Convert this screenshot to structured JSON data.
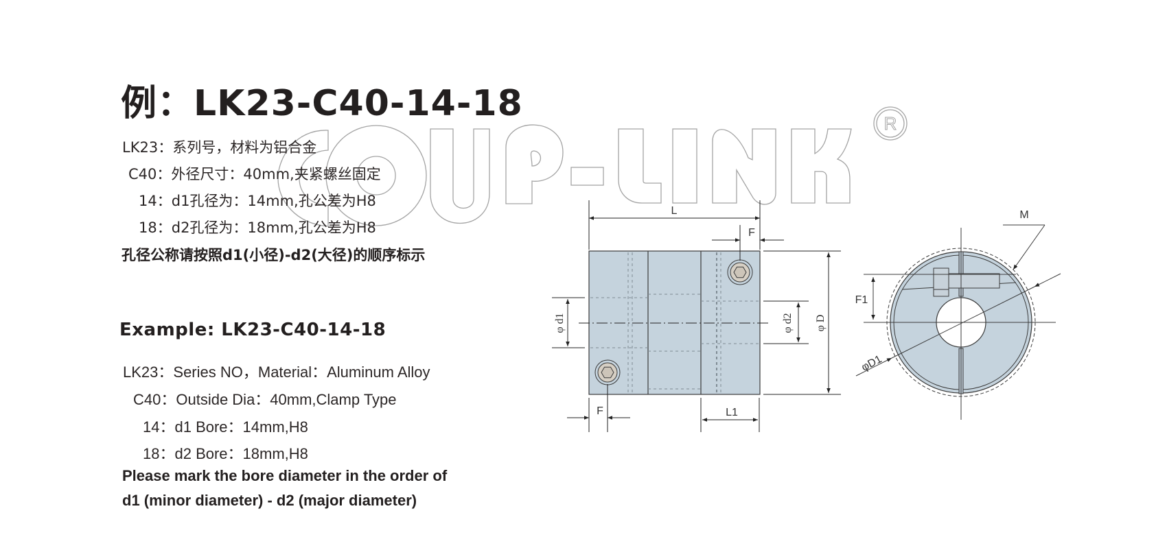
{
  "title": {
    "prefix": "例：",
    "model": "LK23-C40-14-18"
  },
  "chinese_spec": {
    "lines": [
      {
        "code": "LK23：",
        "text": "系列号，材料为铝合金"
      },
      {
        "code": "C40：",
        "text": "外径尺寸：40mm,夹紧螺丝固定"
      },
      {
        "code": "14：",
        "text": "d1孔径为：14mm,孔公差为H8"
      },
      {
        "code": "18：",
        "text": "d2孔径为：18mm,孔公差为H8"
      }
    ],
    "note": "孔径公称请按照d1(小径)-d2(大径)的顺序标示"
  },
  "english_spec": {
    "heading": "Example: LK23-C40-14-18",
    "lines": [
      {
        "code": "LK23：",
        "text": "Series NO，Material：Aluminum Alloy"
      },
      {
        "code": "C40：",
        "text": "Outside Dia：40mm,Clamp Type"
      },
      {
        "code": "14：",
        "text": "d1 Bore：14mm,H8"
      },
      {
        "code": "18：",
        "text": "d2 Bore：18mm,H8"
      }
    ],
    "note_line1": "Please mark the bore diameter in the order of",
    "note_line2": "d1 (minor diameter) - d2 (major diameter)"
  },
  "watermark": {
    "brand": "COUP-LINK",
    "registered": "®"
  },
  "diagram": {
    "side_view_labels": {
      "length": "L",
      "setscrew_offset_top": "F",
      "setscrew_offset_bottom": "F",
      "hub_length": "L1",
      "bore_d1": "φ d1",
      "bore_d2": "φ d2",
      "outer_dia": "φ D"
    },
    "end_view_labels": {
      "screw": "M",
      "screw_height": "F1",
      "clearance_dia": "φD1"
    },
    "colors": {
      "body_fill": "#c5d3dd",
      "bolt_fill": "#d6cfc4",
      "line": "#3a3a3a",
      "watermark_stroke": "#9a9a9a"
    }
  }
}
